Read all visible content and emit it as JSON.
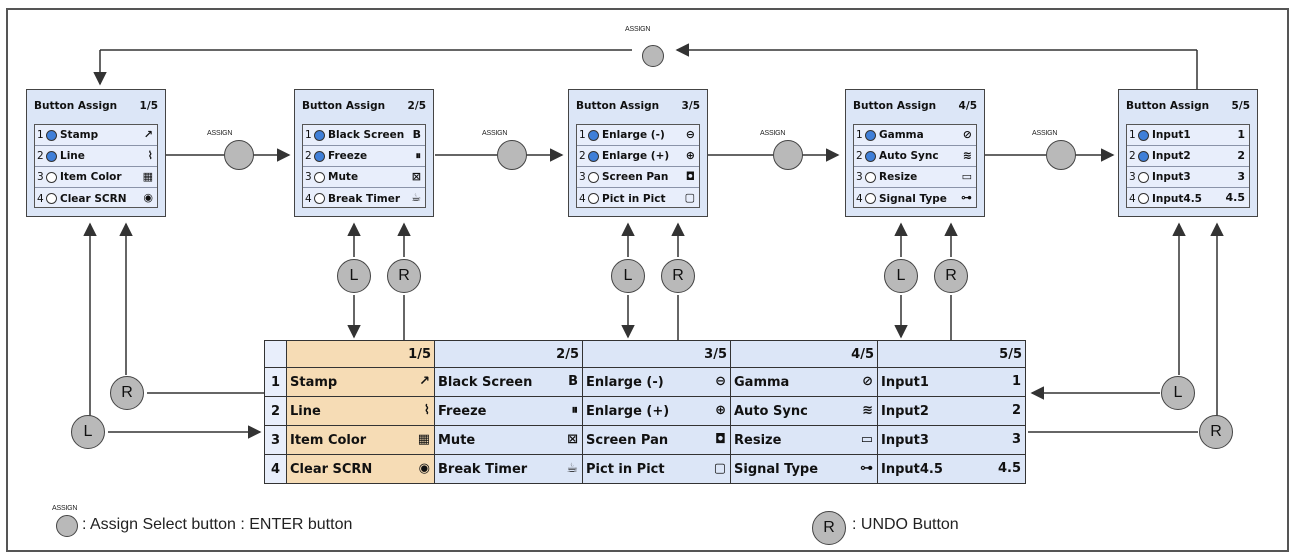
{
  "assign_label": "ASSIGN",
  "panel_title": "Button Assign",
  "panels": [
    {
      "page": "1/5",
      "items": [
        {
          "num": "1",
          "label": "Stamp",
          "icon": "stamp-icon",
          "glyph": "↗"
        },
        {
          "num": "2",
          "label": "Line",
          "icon": "line-icon",
          "glyph": "⌇"
        },
        {
          "num": "3",
          "label": "Item Color",
          "icon": "color-icon",
          "glyph": "▦"
        },
        {
          "num": "4",
          "label": "Clear SCRN",
          "icon": "clear-icon",
          "glyph": "◉"
        }
      ]
    },
    {
      "page": "2/5",
      "items": [
        {
          "num": "1",
          "label": "Black Screen",
          "icon": "black-screen-icon",
          "glyph": "B"
        },
        {
          "num": "2",
          "label": "Freeze",
          "icon": "freeze-icon",
          "glyph": "⏸"
        },
        {
          "num": "3",
          "label": "Mute",
          "icon": "mute-icon",
          "glyph": "⊠"
        },
        {
          "num": "4",
          "label": "Break Timer",
          "icon": "cup-icon",
          "glyph": "☕"
        }
      ]
    },
    {
      "page": "3/5",
      "items": [
        {
          "num": "1",
          "label": "Enlarge (-)",
          "icon": "zoom-out-icon",
          "glyph": "⊖"
        },
        {
          "num": "2",
          "label": "Enlarge (+)",
          "icon": "zoom-in-icon",
          "glyph": "⊕"
        },
        {
          "num": "3",
          "label": "Screen Pan",
          "icon": "pan-icon",
          "glyph": "◘"
        },
        {
          "num": "4",
          "label": "Pict in Pict",
          "icon": "pip-icon",
          "glyph": "▢"
        }
      ]
    },
    {
      "page": "4/5",
      "items": [
        {
          "num": "1",
          "label": "Gamma",
          "icon": "gamma-icon",
          "glyph": "⊘"
        },
        {
          "num": "2",
          "label": "Auto Sync",
          "icon": "sync-icon",
          "glyph": "≋"
        },
        {
          "num": "3",
          "label": "Resize",
          "icon": "resize-icon",
          "glyph": "▭"
        },
        {
          "num": "4",
          "label": "Signal Type",
          "icon": "signal-icon",
          "glyph": "⊶"
        }
      ]
    },
    {
      "page": "5/5",
      "items": [
        {
          "num": "1",
          "label": "Input1",
          "icon": "input-icon",
          "glyph": "1"
        },
        {
          "num": "2",
          "label": "Input2",
          "icon": "input-icon",
          "glyph": "2"
        },
        {
          "num": "3",
          "label": "Input3",
          "icon": "input-icon",
          "glyph": "3"
        },
        {
          "num": "4",
          "label": "Input4.5",
          "icon": "input-icon",
          "glyph": "4.5"
        }
      ]
    }
  ],
  "circle_L": "L",
  "circle_R": "R",
  "legend": {
    "assign_text": ": Assign Select button : ENTER button",
    "undo_text": ": UNDO Button"
  },
  "colors": {
    "panel_bg": "#dce6f7",
    "highlight": "#f6dcb5",
    "radio_on": "#3f7fd8",
    "circle": "#b9b9b9"
  }
}
